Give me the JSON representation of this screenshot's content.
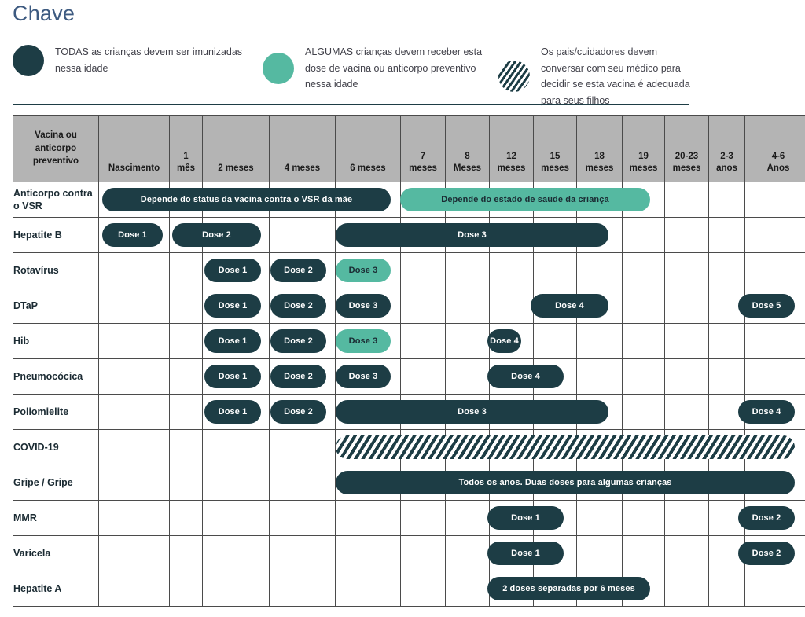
{
  "key": {
    "title": "Chave",
    "legend": [
      {
        "icon": "filled-circle-dark-icon",
        "style": "all",
        "text": "TODAS as crianças devem ser imunizadas nessa idade"
      },
      {
        "icon": "filled-circle-teal-icon",
        "style": "some",
        "text": "ALGUMAS crianças devem receber esta dose de vacina ou anticorpo preventivo nessa idade"
      },
      {
        "icon": "hatched-circle-icon",
        "style": "talk",
        "text": "Os pais/cuidadores devem conversar com seu médico para decidir se esta vacina é adequada para seus filhos"
      }
    ]
  },
  "colors": {
    "all": "#1d3d45",
    "some": "#55b9a1",
    "header_bg": "#b4b4b4",
    "title": "#3d5a80",
    "grid": "#4b4b4b"
  },
  "table": {
    "row_header_label": "Vacina ou anticorpo preventivo",
    "columns": [
      {
        "num": "",
        "unit": "Nascimento"
      },
      {
        "num": "1",
        "unit": "mês"
      },
      {
        "num": "",
        "unit": "2 meses"
      },
      {
        "num": "",
        "unit": "4 meses"
      },
      {
        "num": "",
        "unit": "6 meses"
      },
      {
        "num": "7",
        "unit": "meses"
      },
      {
        "num": "8",
        "unit": "Meses"
      },
      {
        "num": "12",
        "unit": "meses"
      },
      {
        "num": "15",
        "unit": "meses"
      },
      {
        "num": "18",
        "unit": "meses"
      },
      {
        "num": "19",
        "unit": "meses"
      },
      {
        "num": "20-23",
        "unit": "meses"
      },
      {
        "num": "2-3",
        "unit": "anos"
      },
      {
        "num": "4-6",
        "unit": "Anos"
      }
    ],
    "rows": [
      {
        "label": "Anticorpo contra o VSR",
        "bands": [
          {
            "text": "Depende do status da vacina contra o VSR da mãe",
            "style": "all",
            "start": 0,
            "end": 4
          },
          {
            "text": "Depende do estado de saúde da criança",
            "style": "some",
            "start": 5,
            "end": 10
          }
        ]
      },
      {
        "label": "Hepatite B",
        "bands": [
          {
            "text": "Dose 1",
            "style": "all",
            "start": 0,
            "end": 0
          },
          {
            "text": "Dose 2",
            "style": "all",
            "start": 1,
            "end": 2
          },
          {
            "text": "Dose 3",
            "style": "all",
            "start": 4,
            "end": 9
          }
        ]
      },
      {
        "label": "Rotavírus",
        "bands": [
          {
            "text": "Dose 1",
            "style": "all",
            "start": 2,
            "end": 2
          },
          {
            "text": "Dose 2",
            "style": "all",
            "start": 3,
            "end": 3
          },
          {
            "text": "Dose 3",
            "style": "some",
            "start": 4,
            "end": 4
          }
        ]
      },
      {
        "label": "DTaP",
        "bands": [
          {
            "text": "Dose 1",
            "style": "all",
            "start": 2,
            "end": 2
          },
          {
            "text": "Dose 2",
            "style": "all",
            "start": 3,
            "end": 3
          },
          {
            "text": "Dose 3",
            "style": "all",
            "start": 4,
            "end": 4
          },
          {
            "text": "Dose 4",
            "style": "all",
            "start": 8,
            "end": 9
          },
          {
            "text": "Dose 5",
            "style": "all",
            "start": 13,
            "end": 13
          }
        ]
      },
      {
        "label": "Hib",
        "bands": [
          {
            "text": "Dose 1",
            "style": "all",
            "start": 2,
            "end": 2
          },
          {
            "text": "Dose 2",
            "style": "all",
            "start": 3,
            "end": 3
          },
          {
            "text": "Dose 3",
            "style": "some",
            "start": 4,
            "end": 4
          },
          {
            "text": "Dose 4",
            "style": "all",
            "start": 7,
            "end": 7
          }
        ]
      },
      {
        "label": "Pneumocócica",
        "bands": [
          {
            "text": "Dose 1",
            "style": "all",
            "start": 2,
            "end": 2
          },
          {
            "text": "Dose 2",
            "style": "all",
            "start": 3,
            "end": 3
          },
          {
            "text": "Dose 3",
            "style": "all",
            "start": 4,
            "end": 4
          },
          {
            "text": "Dose 4",
            "style": "all",
            "start": 7,
            "end": 8
          }
        ]
      },
      {
        "label": "Poliomielite",
        "bands": [
          {
            "text": "Dose 1",
            "style": "all",
            "start": 2,
            "end": 2
          },
          {
            "text": "Dose 2",
            "style": "all",
            "start": 3,
            "end": 3
          },
          {
            "text": "Dose 3",
            "style": "all",
            "start": 4,
            "end": 9
          },
          {
            "text": "Dose 4",
            "style": "all",
            "start": 13,
            "end": 13
          }
        ]
      },
      {
        "label": "COVID-19",
        "bands": [
          {
            "text": "",
            "style": "talk",
            "start": 4,
            "end": 13
          }
        ]
      },
      {
        "label": "Gripe / Gripe",
        "bands": [
          {
            "text": "Todos os anos. Duas doses para algumas crianças",
            "style": "all",
            "start": 4,
            "end": 13
          }
        ]
      },
      {
        "label": "MMR",
        "bands": [
          {
            "text": "Dose 1",
            "style": "all",
            "start": 7,
            "end": 8
          },
          {
            "text": "Dose 2",
            "style": "all",
            "start": 13,
            "end": 13
          }
        ]
      },
      {
        "label": "Varicela",
        "bands": [
          {
            "text": "Dose 1",
            "style": "all",
            "start": 7,
            "end": 8
          },
          {
            "text": "Dose 2",
            "style": "all",
            "start": 13,
            "end": 13
          }
        ]
      },
      {
        "label": "Hepatite A",
        "bands": [
          {
            "text": "2 doses separadas por 6 meses",
            "style": "all",
            "start": 7,
            "end": 10
          }
        ]
      }
    ]
  }
}
